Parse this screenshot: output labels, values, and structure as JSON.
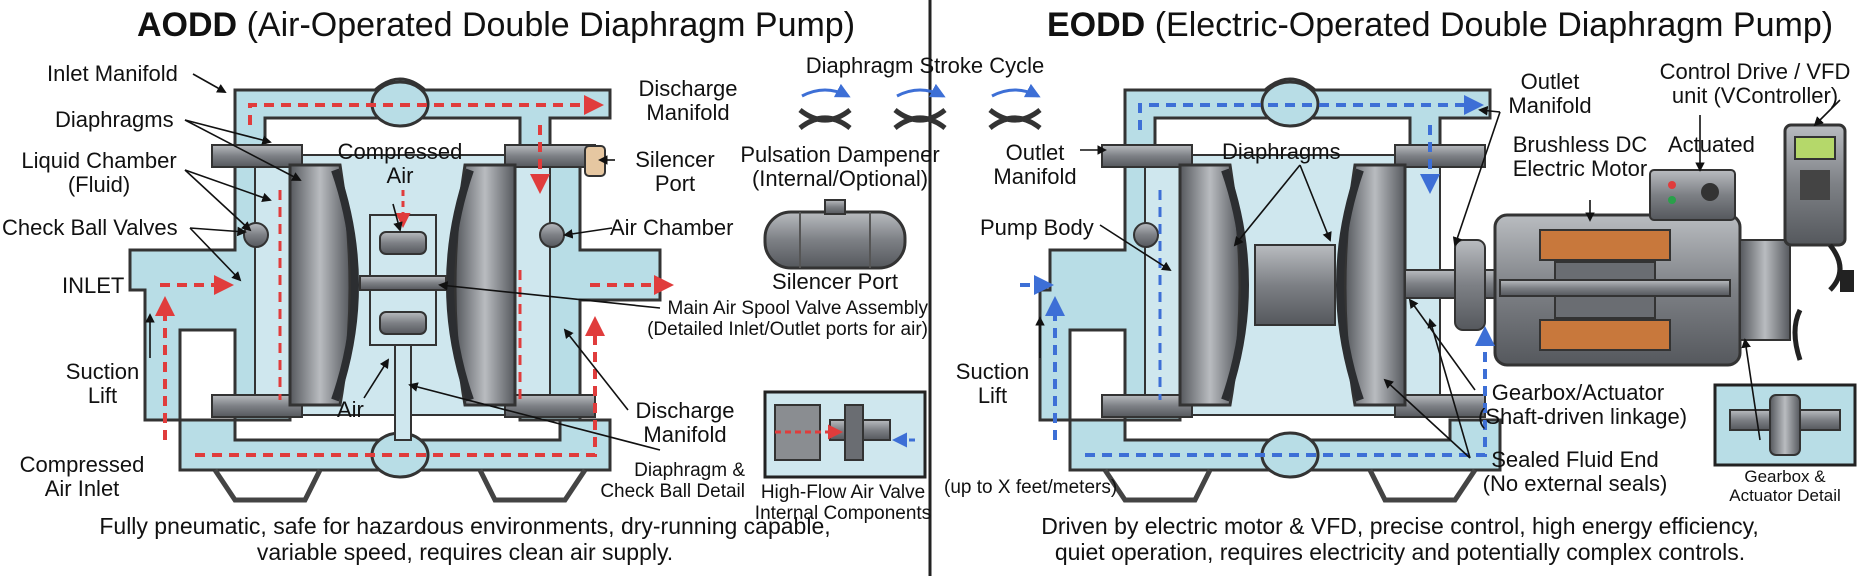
{
  "aodd": {
    "title_abbr": "AODD",
    "title_rest": "(Air-Operated Double Diaphragm Pump)",
    "labels": {
      "inlet_manifold": "Inlet Manifold",
      "diaphragms": "Diaphragms",
      "liquid_chamber_1": "Liquid Chamber",
      "liquid_chamber_2": "(Fluid)",
      "check_ball_valves": "Check Ball Valves",
      "inlet": "INLET",
      "suction_1": "Suction",
      "suction_2": "Lift",
      "compressed_air_inlet_1": "Compressed",
      "compressed_air_inlet_2": "Air Inlet",
      "compressed_air_1": "Compressed",
      "compressed_air_2": "Air",
      "air": "Air",
      "discharge_manifold_top_1": "Discharge",
      "discharge_manifold_top_2": "Manifold",
      "silencer_port_1": "Silencer",
      "silencer_port_2": "Port",
      "air_chamber": "Air Chamber",
      "spool_valve_1": "Main Air Spool Valve Assembly",
      "spool_valve_2": "(Detailed Inlet/Outlet ports for air)",
      "discharge_manifold_bottom_1": "Discharge",
      "discharge_manifold_bottom_2": "Manifold",
      "diaphragm_detail_1": "Diaphragm &",
      "diaphragm_detail_2": "Check Ball Detail"
    },
    "caption_1": "Fully pneumatic, safe for hazardous environments, dry-running capable,",
    "caption_2": "variable speed, requires clean air supply."
  },
  "middle": {
    "stroke_cycle": "Diaphragm Stroke Cycle",
    "pulsation_1": "Pulsation Dampener",
    "pulsation_2": "(Internal/Optional)",
    "silencer_port": "Silencer Port",
    "high_flow_1": "High-Flow Air Valve",
    "high_flow_2": "Internal Components"
  },
  "eodd": {
    "title_abbr": "EODD",
    "title_rest": "(Electric-Operated Double Diaphragm Pump)",
    "labels": {
      "outlet_manifold_left_1": "Outlet",
      "outlet_manifold_left_2": "Manifold",
      "diaphragms": "Diaphragms",
      "pump_body": "Pump Body",
      "suction_1": "Suction",
      "suction_2": "Lift",
      "up_to": "(up to X feet/meters)",
      "outlet_manifold_top_1": "Outlet",
      "outlet_manifold_top_2": "Manifold",
      "motor_1": "Brushless DC",
      "motor_2": "Electric Motor",
      "actuated": "Actuated",
      "control_1": "Control Drive / VFD",
      "control_2": "unit (VController)",
      "gearbox_1": "Gearbox/Actuator",
      "gearbox_2": "(Shaft-driven linkage)",
      "sealed_1": "Sealed Fluid End",
      "sealed_2": "(No external seals)",
      "gearbox_detail_1": "Gearbox &",
      "gearbox_detail_2": "Actuator Detail"
    },
    "caption_1": "Driven by electric motor & VFD, precise control, high energy efficiency,",
    "caption_2": "quiet operation, requires electricity and potentially complex controls."
  },
  "colors": {
    "fluid": "#b8dde6",
    "metal": "#8a8d91",
    "metal_dark": "#4a4d52",
    "air_arrow": "#e03c3c",
    "fluid_arrow": "#3d6fd6",
    "copper": "#c8783c"
  }
}
